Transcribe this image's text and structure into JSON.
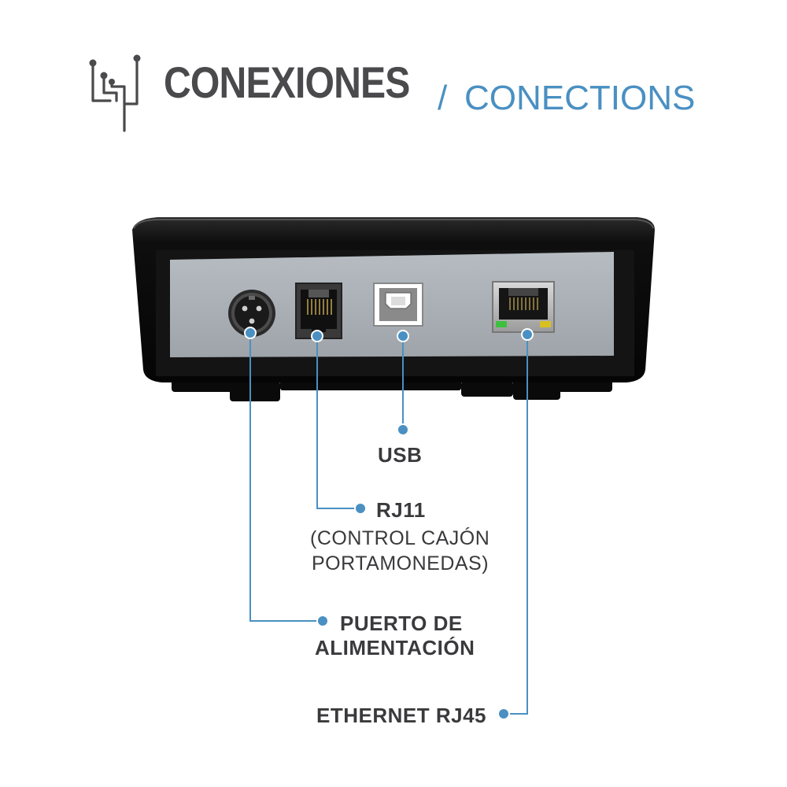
{
  "header": {
    "title": "CONEXIONES",
    "separator": "/",
    "subtitle": "CONECTIONS",
    "icon": "circuit-icon"
  },
  "colors": {
    "accent": "#4a90c2",
    "title_gray": "#4a4a4d",
    "label_dark": "#3a3a3d",
    "device_black": "#111111",
    "panel_gray": "#a7adb2"
  },
  "ports": [
    {
      "id": "usb",
      "label": "USB",
      "icon": "usb-b-port-icon"
    },
    {
      "id": "rj11",
      "label": "RJ11",
      "note_line1": "(CONTROL CAJÓN",
      "note_line2": "PORTAMONEDAS)",
      "icon": "rj11-port-icon"
    },
    {
      "id": "power",
      "label_line1": "PUERTO DE",
      "label_line2": "ALIMENTACIÓN",
      "icon": "power-port-icon"
    },
    {
      "id": "ethernet",
      "label": "ETHERNET RJ45",
      "icon": "rj45-port-icon"
    }
  ]
}
